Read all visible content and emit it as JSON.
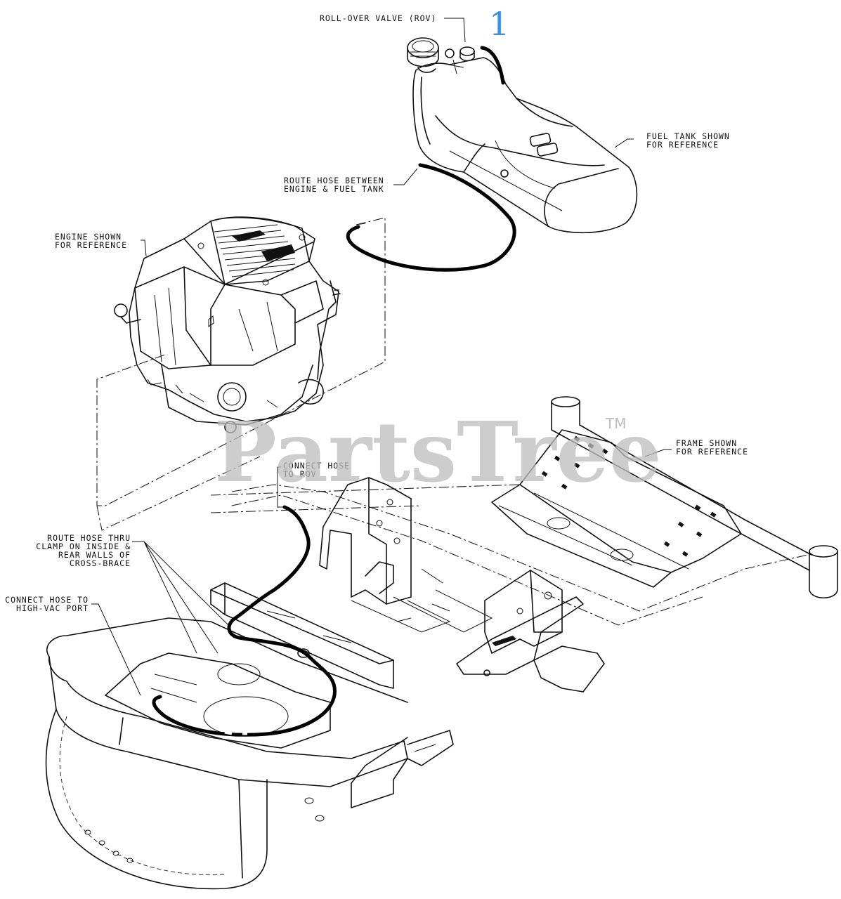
{
  "labels": {
    "rov": "ROLL-OVER VALVE (ROV)",
    "fuel_tank_1": "FUEL TANK SHOWN",
    "fuel_tank_2": "FOR REFERENCE",
    "route_engine_tank_1": "ROUTE HOSE BETWEEN",
    "route_engine_tank_2": "ENGINE & FUEL TANK",
    "engine_1": "ENGINE SHOWN",
    "engine_2": "FOR REFERENCE",
    "connect_rov_1": "CONNECT HOSE",
    "connect_rov_2": "TO ROV",
    "frame_1": "FRAME SHOWN",
    "frame_2": "FOR REFERENCE",
    "route_clamp_1": "ROUTE HOSE THRU",
    "route_clamp_2": "CLAMP ON INSIDE &",
    "route_clamp_3": "REAR WALLS OF",
    "route_clamp_4": "CROSS-BRACE",
    "connect_vac_1": "CONNECT HOSE TO",
    "connect_vac_2": "HIGH-VAC PORT"
  },
  "callout": {
    "number": "1",
    "color": "#3a8fe6"
  },
  "watermark": {
    "text": "PartsTree",
    "tm": "TM",
    "color": "#bdbdbd"
  },
  "icons": [
    "fuel-tank-icon",
    "engine-icon",
    "frame-icon",
    "fuel-hose-icon",
    "rov-valve-icon"
  ]
}
